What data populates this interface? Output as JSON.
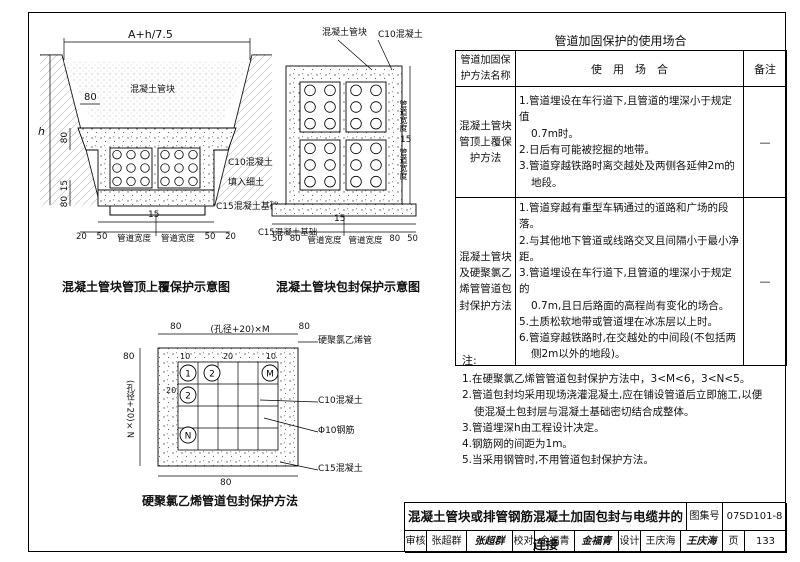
{
  "left": {
    "fig1": {
      "caption": "混凝土管块管顶上覆保护示意图",
      "top_dim": "A+h/7.5",
      "h_label": "h",
      "dim80_top": "80",
      "dim80_left": "80",
      "dim15_left": "15",
      "dim80_bottom": "80",
      "label_pipe": "混凝土管块",
      "label_c10": "C10混凝土",
      "label_fill": "填入细土",
      "label_c15": "C15混凝土基础",
      "bottom_15": "15",
      "bottom_dims": [
        "20",
        "50",
        "管道宽度",
        "管道宽度",
        "50",
        "20"
      ]
    },
    "fig2": {
      "caption": "混凝土管块包封保护示意图",
      "label_pipe": "混凝土管块",
      "label_c10": "C10混凝土",
      "label_c15": "C15混凝土基础",
      "side_width": "管道宽度",
      "dim15": "15",
      "bottom_15": "15",
      "bottom_dims": [
        "50",
        "80",
        "管道宽度",
        "管道宽度",
        "80",
        "50"
      ]
    },
    "fig3": {
      "caption": "硬聚氯乙烯管道包封保护方法",
      "top_dims": [
        "80",
        "(孔径+20)×M",
        "80"
      ],
      "left_dims": [
        "80",
        "(孔径+20)×N"
      ],
      "inner_dims": [
        "10",
        "20",
        "10"
      ],
      "side_dim_20": "20",
      "label_pvc": "硬聚氯乙烯管",
      "label_c10": "C10混凝土",
      "label_rebar": "Φ10钢筋",
      "label_c15": "C15混凝土",
      "bottom_dim": "80",
      "circles": [
        "1",
        "2",
        "M",
        "2",
        "N"
      ]
    }
  },
  "table": {
    "title": "管道加固保护的使用场合",
    "header_method": "管道加固保护方法名称",
    "header_usage": "使　用　场　合",
    "header_remark": "备注",
    "rows": [
      {
        "method": "混凝土管块管顶上覆保护方法",
        "items": [
          "1.管道埋设在车行道下,且管道的埋深小于规定值",
          "0.7m时。",
          "2.日后有可能被挖掘的地带。",
          "3.管道穿越铁路时离交越处及两侧各延伸2m的",
          "地段。"
        ],
        "remark": "—"
      },
      {
        "method": "混凝土管块及硬聚氯乙烯管管道包封保护方法",
        "items": [
          "1.管道穿越有重型车辆通过的道路和广场的段落。",
          "2.与其他地下管道或线路交叉且间隔小于最小净距。",
          "3.管道埋设在车行道下,且管道的埋深小于规定的",
          "0.7m,且日后路面的高程尚有变化的场合。",
          "5.土质松软地带或管道埋在冰冻层以上时。",
          "6.管道穿越铁路时,在交越处的中间段(不包括两",
          "侧2m以外的地段)。"
        ],
        "remark": "—"
      }
    ]
  },
  "notes": {
    "heading": "注:",
    "items": [
      "1.在硬聚氯乙烯管管道包封保护方法中，3<M<6，3<N<5。",
      "2.管道包封均采用现场浇灌混凝土,应在铺设管道后立即施工,以便",
      "使混凝土包封层与混凝土基础密切结合成整体。",
      "3.管道埋深h由工程设计决定。",
      "4.钢筋网的间距为1m。",
      "5.当采用钢管时,不用管道包封保护方法。"
    ]
  },
  "title_block": {
    "title": "混凝土管块或排管钢筋混凝土加固包封与电缆井的连接",
    "atlas_label": "图集号",
    "atlas_no": "07SD101-8",
    "review_label": "审核",
    "reviewer": "张超群",
    "reviewer_sig": "张超群",
    "check_label": "校对",
    "checker": "金福青",
    "checker_sig": "金福青",
    "design_label": "设计",
    "designer": "王庆海",
    "designer_sig": "王庆海",
    "page_label": "页",
    "page_no": "133"
  }
}
